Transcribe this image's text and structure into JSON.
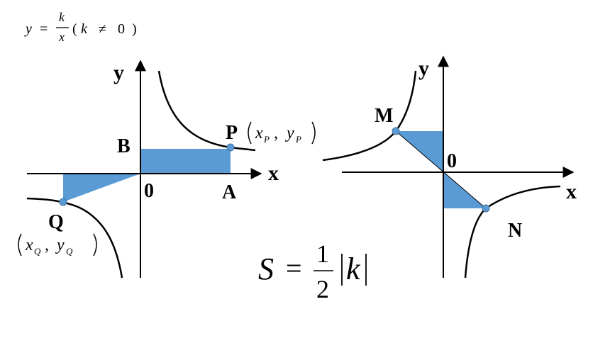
{
  "colors": {
    "fill": "#5b9bd5",
    "stroke": "#000000",
    "point": "#5b9bd5"
  },
  "formula": {
    "y": "y",
    "eq": "=",
    "k": "k",
    "x": "x",
    "paren_open": "(",
    "k2": "k",
    "neq": "≠",
    "zero": "0",
    "paren_close": ")"
  },
  "left": {
    "y_axis": "y",
    "x_axis": "x",
    "origin": "0",
    "A": "A",
    "B": "B",
    "P": "P",
    "Q": "Q",
    "P_coord": {
      "x": "x",
      "xsub": "P",
      "comma": ",",
      "y": "y",
      "ysub": "P"
    },
    "Q_coord": {
      "x": "x",
      "xsub": "Q",
      "comma": ",",
      "y": "y",
      "ysub": "Q"
    }
  },
  "right": {
    "y_axis": "y",
    "x_axis": "x",
    "origin": "0",
    "M": "M",
    "N": "N"
  },
  "area": {
    "S": "S",
    "eq": "=",
    "num": "1",
    "den": "2",
    "k": "k"
  }
}
